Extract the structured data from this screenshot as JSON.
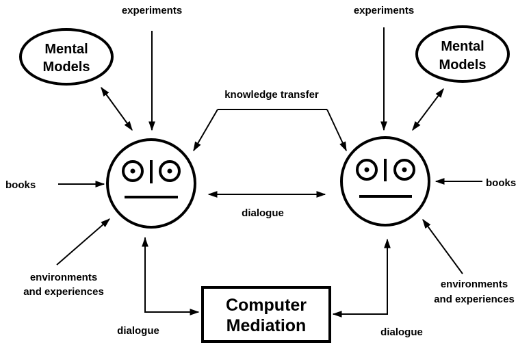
{
  "diagram": {
    "left_person": {
      "mental_models": [
        "Mental",
        "Models"
      ],
      "experiments": "experiments",
      "books": "books",
      "environments": [
        "environments",
        "and experiences"
      ],
      "dialogue_to_computer": "dialogue"
    },
    "right_person": {
      "mental_models": [
        "Mental",
        "Models"
      ],
      "experiments": "experiments",
      "books": "books",
      "environments": [
        "environments",
        "and experiences"
      ],
      "dialogue_to_computer": "dialogue"
    },
    "knowledge_transfer": "knowledge transfer",
    "center_dialogue": "dialogue",
    "computer_mediation": [
      "Computer",
      "Mediation"
    ],
    "colors": {
      "ink": "#000000",
      "background": "#ffffff"
    }
  }
}
